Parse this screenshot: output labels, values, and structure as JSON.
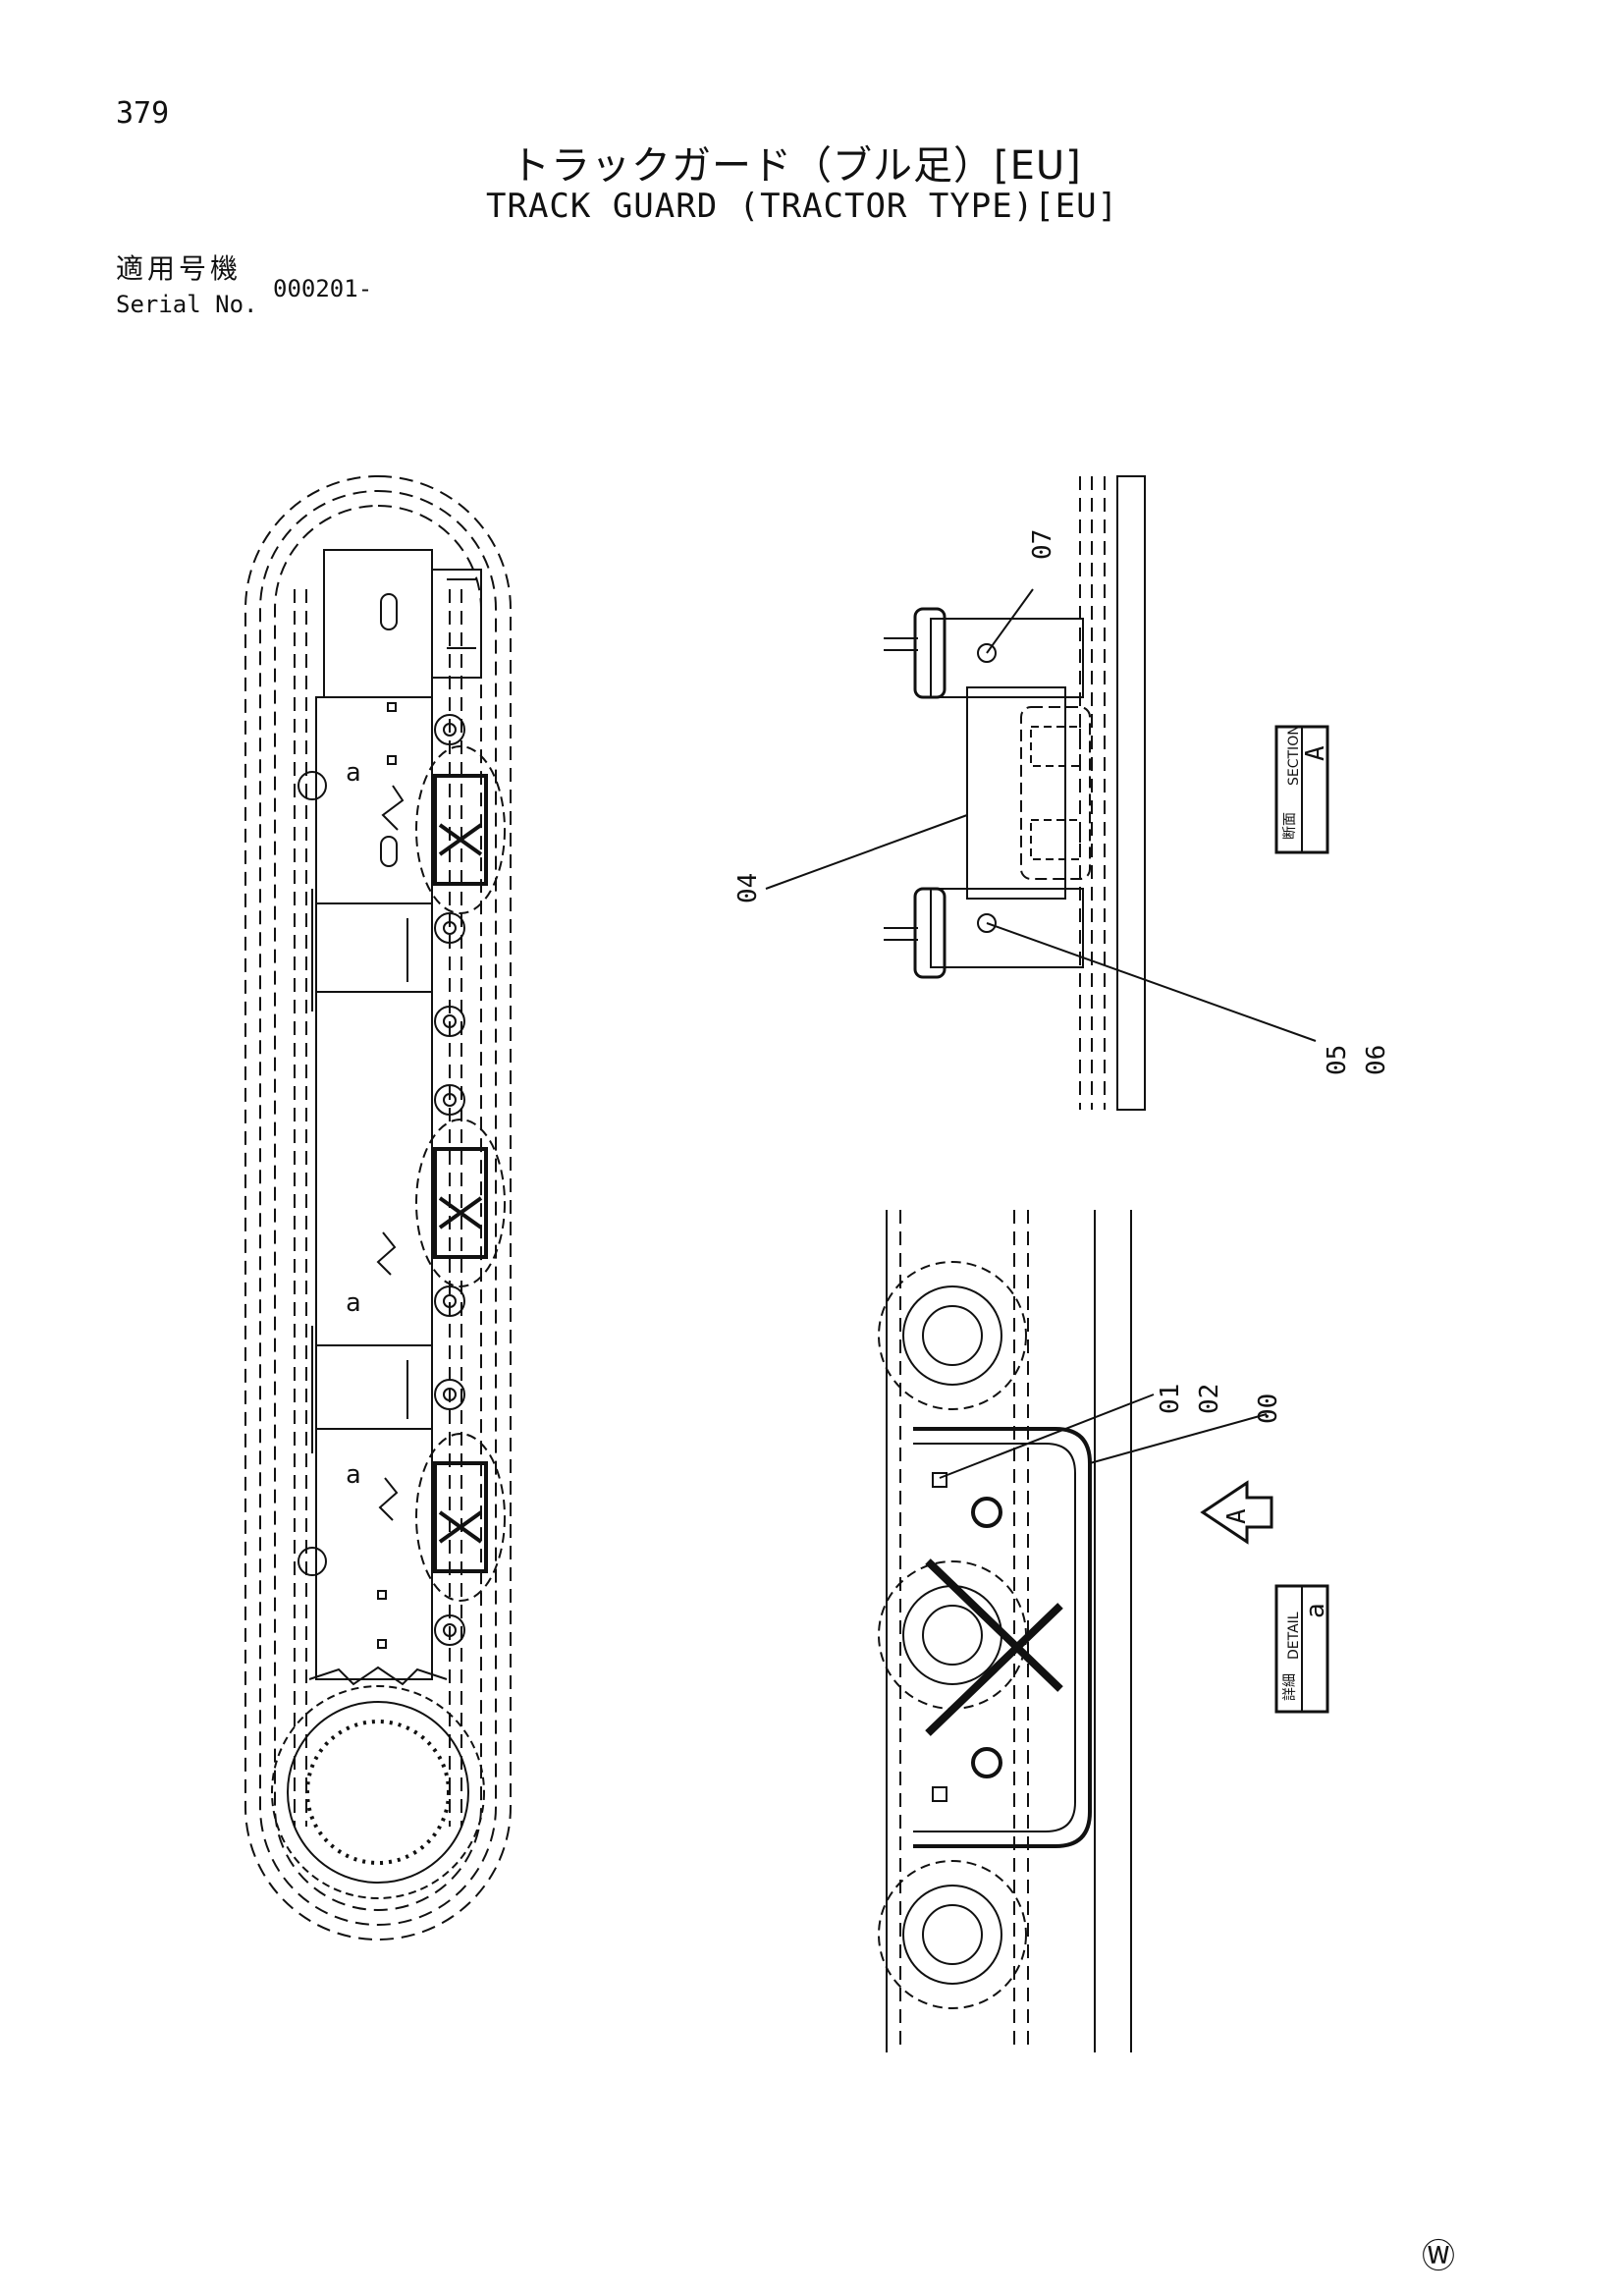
{
  "page_number": "379",
  "title_jp": "トラックガード（ブル足）[EU]",
  "title_en": "TRACK GUARD (TRACTOR TYPE)[EU]",
  "serial": {
    "label_jp": "適用号機",
    "label_en": "Serial No.",
    "value": "000201-"
  },
  "callouts": {
    "c07": "07",
    "c04": "04",
    "c05": "05",
    "c06": "06",
    "c01": "01",
    "c02": "02",
    "c00": "00"
  },
  "section_box": {
    "jp": "断面",
    "en": "SECTION",
    "letter": "A"
  },
  "detail_box": {
    "jp": "詳細",
    "en": "DETAIL",
    "letter": "a"
  },
  "arrow_label": "A",
  "track_labels": [
    "a",
    "a",
    "a"
  ],
  "footer_mark": "Ⓦ"
}
